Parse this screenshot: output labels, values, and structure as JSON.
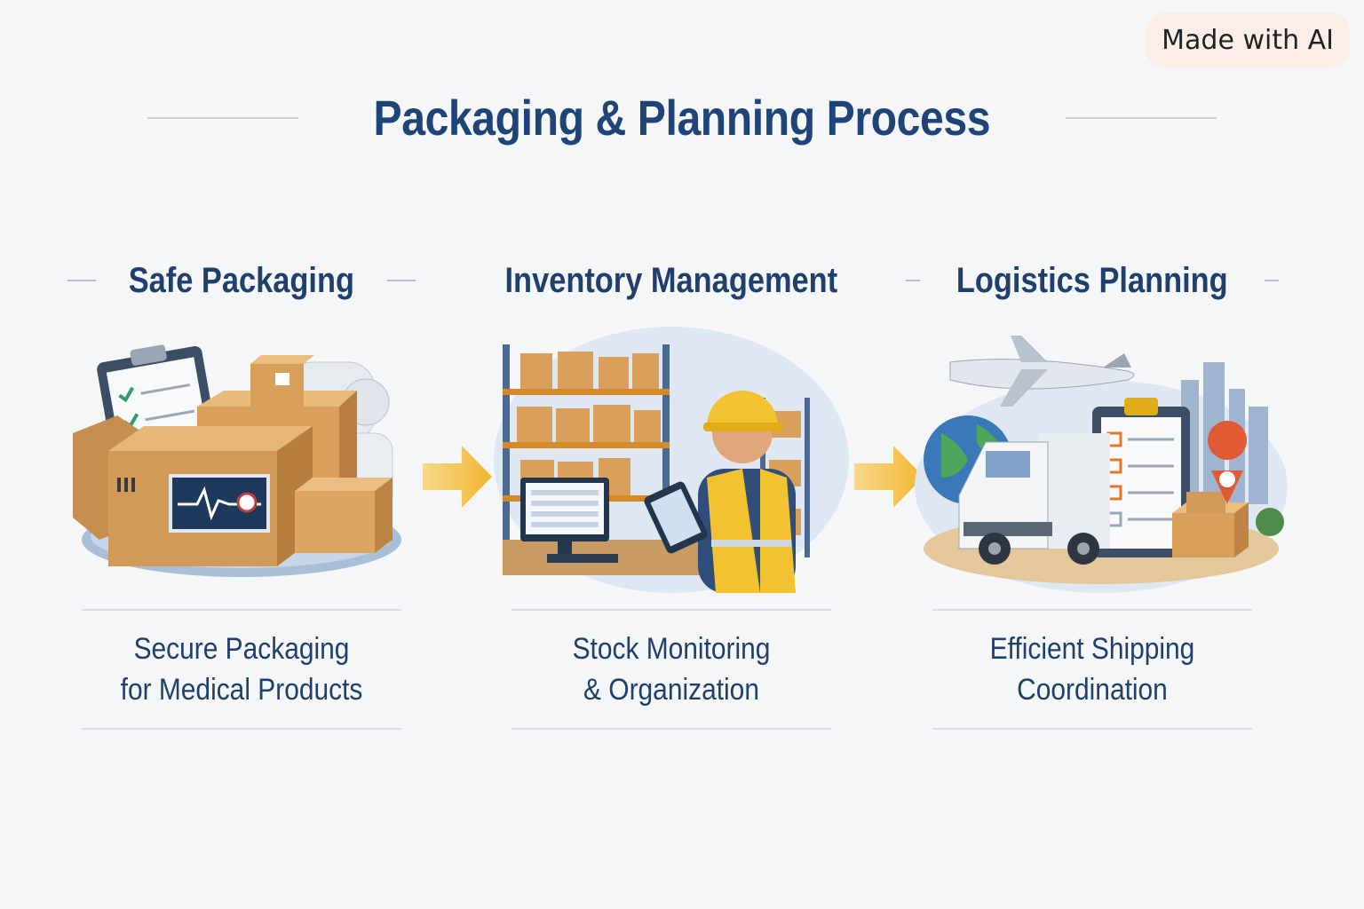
{
  "badge": "Made with AI",
  "title": "Packaging & Planning Process",
  "steps": [
    {
      "title": "Safe Packaging",
      "desc_line1": "Secure Packaging",
      "desc_line2": "for Medical Products"
    },
    {
      "title": "Inventory Management",
      "desc_line1": "Stock Monitoring",
      "desc_line2": "& Organization"
    },
    {
      "title": "Logistics Planning",
      "desc_line1": "Efficient Shipping",
      "desc_line2": "Coordination"
    }
  ],
  "colors": {
    "title": "#1f4477",
    "arrow": "#f2b531",
    "cardboard": "#d9a05b",
    "accent_blue": "#2f5a8f"
  }
}
